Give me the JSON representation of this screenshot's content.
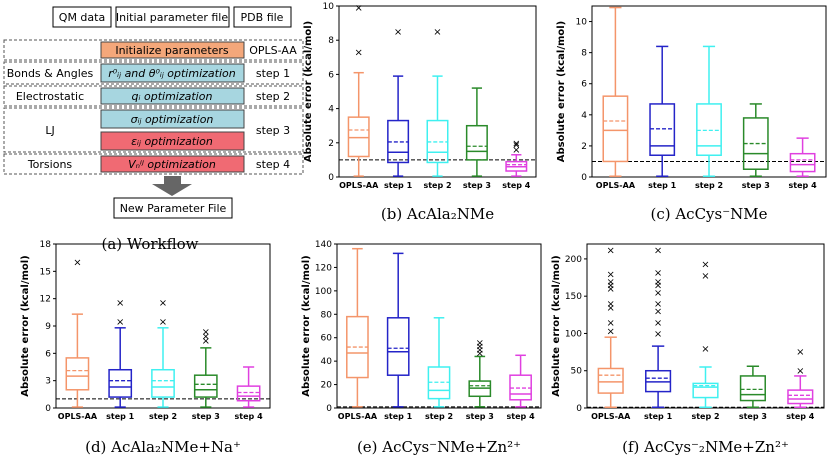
{
  "workflow": {
    "inputs": [
      "QM data",
      "Initial parameter file",
      "PDB file"
    ],
    "rows": [
      {
        "left": "",
        "step": "Initialize parameters",
        "right": "OPLS-AA",
        "color": "#f4a77a"
      },
      {
        "left": "Bonds & Angles",
        "step": "r⁰ᵢⱼ and θ⁰ᵢⱼ optimization",
        "right": "step 1",
        "color": "#a7d6e0"
      },
      {
        "left": "Electrostatic",
        "step": "qᵢ optimization",
        "right": "step 2",
        "color": "#a7d6e0"
      },
      {
        "left": "LJ",
        "step": "σᵢⱼ optimization",
        "right": "step 3",
        "color": "#a7d6e0"
      },
      {
        "left": "",
        "step": "εᵢⱼ optimization",
        "right": "",
        "color": "#f06a73"
      },
      {
        "left": "Torsions",
        "step": "Vₙⁱʲ optimization",
        "right": "step 4",
        "color": "#f06a73"
      }
    ],
    "output": "New Parameter File",
    "caption": "(a) Workflow"
  },
  "chart_data": [
    {
      "type": "box",
      "caption": "(b) AcAla₂NMe",
      "ylabel": "Absolute error (kcal/mol)",
      "ylim": [
        0,
        10
      ],
      "yticks": [
        0,
        2,
        4,
        6,
        8,
        10
      ],
      "ref_line": 1.0,
      "categories": [
        "OPLS-AA",
        "step 1",
        "step 2",
        "step 3",
        "step 4"
      ],
      "series": [
        {
          "name": "OPLS-AA",
          "color": "#f4956a",
          "whislo": 0.05,
          "q1": 1.2,
          "med": 2.3,
          "mean": 2.75,
          "q3": 3.5,
          "whishi": 6.1,
          "fliers": [
            7.3,
            9.9
          ]
        },
        {
          "name": "step 1",
          "color": "#2424c8",
          "whislo": 0.05,
          "q1": 0.85,
          "med": 1.45,
          "mean": 2.05,
          "q3": 3.3,
          "whishi": 5.9,
          "fliers": [
            8.5
          ]
        },
        {
          "name": "step 2",
          "color": "#3ff0f0",
          "whislo": 0.05,
          "q1": 0.85,
          "med": 1.45,
          "mean": 2.05,
          "q3": 3.3,
          "whishi": 5.9,
          "fliers": [
            8.5
          ]
        },
        {
          "name": "step 3",
          "color": "#2a8a2a",
          "whislo": 0.05,
          "q1": 1.0,
          "med": 1.5,
          "mean": 1.8,
          "q3": 3.0,
          "whishi": 5.2,
          "fliers": []
        },
        {
          "name": "step 4",
          "color": "#e040e0",
          "whislo": 0.05,
          "q1": 0.35,
          "med": 0.6,
          "mean": 0.72,
          "q3": 0.9,
          "whishi": 1.3,
          "fliers": [
            1.6,
            1.9,
            2.0
          ]
        }
      ]
    },
    {
      "type": "box",
      "caption": "(c) AcCys⁻NMe",
      "ylabel": "Absolute error (kcal/mol)",
      "ylim": [
        0,
        11
      ],
      "yticks": [
        0,
        2,
        4,
        6,
        8,
        10
      ],
      "ref_line": 1.0,
      "categories": [
        "OPLS-AA",
        "step 1",
        "step 2",
        "step 3",
        "step 4"
      ],
      "series": [
        {
          "name": "OPLS-AA",
          "color": "#f4956a",
          "whislo": 0.05,
          "q1": 1.0,
          "med": 3.0,
          "mean": 3.6,
          "q3": 5.2,
          "whishi": 10.9,
          "fliers": []
        },
        {
          "name": "step 1",
          "color": "#2424c8",
          "whislo": 0.05,
          "q1": 1.4,
          "med": 2.0,
          "mean": 3.1,
          "q3": 4.7,
          "whishi": 8.4,
          "fliers": []
        },
        {
          "name": "step 2",
          "color": "#3ff0f0",
          "whislo": 0.05,
          "q1": 1.4,
          "med": 2.0,
          "mean": 3.0,
          "q3": 4.7,
          "whishi": 8.4,
          "fliers": []
        },
        {
          "name": "step 3",
          "color": "#2a8a2a",
          "whislo": 0.05,
          "q1": 0.5,
          "med": 1.5,
          "mean": 2.15,
          "q3": 3.8,
          "whishi": 4.7,
          "fliers": []
        },
        {
          "name": "step 4",
          "color": "#e040e0",
          "whislo": 0.05,
          "q1": 0.35,
          "med": 0.8,
          "mean": 1.1,
          "q3": 1.5,
          "whishi": 2.5,
          "fliers": []
        }
      ]
    },
    {
      "type": "box",
      "caption": "(d) AcAla₂NMe+Na⁺",
      "ylabel": "Absolute error (kcal/mol)",
      "ylim": [
        0,
        18
      ],
      "yticks": [
        0,
        3,
        6,
        9,
        12,
        15,
        18
      ],
      "ref_line": 1.0,
      "categories": [
        "OPLS-AA",
        "step 1",
        "step 2",
        "step 3",
        "step 4"
      ],
      "series": [
        {
          "name": "OPLS-AA",
          "color": "#f4956a",
          "whislo": 0.1,
          "q1": 2.0,
          "med": 3.5,
          "mean": 4.1,
          "q3": 5.5,
          "whishi": 10.3,
          "fliers": [
            16.0
          ]
        },
        {
          "name": "step 1",
          "color": "#2424c8",
          "whislo": 0.1,
          "q1": 1.2,
          "med": 2.3,
          "mean": 3.0,
          "q3": 4.2,
          "whishi": 8.8,
          "fliers": [
            9.5,
            11.6
          ]
        },
        {
          "name": "step 2",
          "color": "#3ff0f0",
          "whislo": 0.1,
          "q1": 1.2,
          "med": 2.3,
          "mean": 3.0,
          "q3": 4.2,
          "whishi": 8.8,
          "fliers": [
            9.5,
            11.6
          ]
        },
        {
          "name": "step 3",
          "color": "#2a8a2a",
          "whislo": 0.1,
          "q1": 1.2,
          "med": 2.0,
          "mean": 2.6,
          "q3": 3.6,
          "whishi": 6.6,
          "fliers": [
            7.4,
            7.9,
            8.4
          ]
        },
        {
          "name": "step 4",
          "color": "#e040e0",
          "whislo": 0.1,
          "q1": 0.8,
          "med": 1.3,
          "mean": 1.7,
          "q3": 2.4,
          "whishi": 4.5,
          "fliers": []
        }
      ]
    },
    {
      "type": "box",
      "caption": "(e) AcCys⁻NMe+Zn²⁺",
      "ylabel": "Absolute error (kcal/mol)",
      "ylim": [
        0,
        140
      ],
      "yticks": [
        0,
        20,
        40,
        60,
        80,
        100,
        120,
        140
      ],
      "ref_line": 1.0,
      "categories": [
        "OPLS-AA",
        "step 1",
        "step 2",
        "step 3",
        "step 4"
      ],
      "series": [
        {
          "name": "OPLS-AA",
          "color": "#f4956a",
          "whislo": 1,
          "q1": 26,
          "med": 47,
          "mean": 52,
          "q3": 78,
          "whishi": 136,
          "fliers": []
        },
        {
          "name": "step 1",
          "color": "#2424c8",
          "whislo": 1,
          "q1": 28,
          "med": 48,
          "mean": 51,
          "q3": 77,
          "whishi": 132,
          "fliers": []
        },
        {
          "name": "step 2",
          "color": "#3ff0f0",
          "whislo": 1,
          "q1": 8,
          "med": 15,
          "mean": 22,
          "q3": 35,
          "whishi": 77,
          "fliers": []
        },
        {
          "name": "step 3",
          "color": "#2a8a2a",
          "whislo": 1,
          "q1": 10,
          "med": 17,
          "mean": 19,
          "q3": 23,
          "whishi": 44,
          "fliers": [
            47,
            50,
            53,
            56
          ]
        },
        {
          "name": "step 4",
          "color": "#e040e0",
          "whislo": 1,
          "q1": 7,
          "med": 12,
          "mean": 17,
          "q3": 28,
          "whishi": 45,
          "fliers": []
        }
      ]
    },
    {
      "type": "box",
      "caption": "(f) AcCys⁻₂NMe+Zn²⁺",
      "ylabel": "Absolute error (kcal/mol)",
      "ylim": [
        0,
        220
      ],
      "yticks": [
        0,
        50,
        100,
        150,
        200
      ],
      "ref_line": 1.0,
      "categories": [
        "OPLS-AA",
        "step 1",
        "step 2",
        "step 3",
        "step 4"
      ],
      "series": [
        {
          "name": "OPLS-AA",
          "color": "#f4956a",
          "whislo": 1,
          "q1": 20,
          "med": 35,
          "mean": 44,
          "q3": 53,
          "whishi": 95,
          "fliers": [
            103,
            115,
            135,
            140,
            160,
            165,
            170,
            180,
            212
          ]
        },
        {
          "name": "step 1",
          "color": "#2424c8",
          "whislo": 1,
          "q1": 22,
          "med": 35,
          "mean": 40,
          "q3": 50,
          "whishi": 83,
          "fliers": [
            100,
            115,
            130,
            140,
            155,
            165,
            170,
            182,
            212
          ]
        },
        {
          "name": "step 2",
          "color": "#3ff0f0",
          "whislo": 1,
          "q1": 14,
          "med": 28,
          "mean": 30,
          "q3": 33,
          "whishi": 55,
          "fliers": [
            80,
            178,
            193
          ]
        },
        {
          "name": "step 3",
          "color": "#2a8a2a",
          "whislo": 1,
          "q1": 10,
          "med": 18,
          "mean": 25,
          "q3": 43,
          "whishi": 56,
          "fliers": []
        },
        {
          "name": "step 4",
          "color": "#e040e0",
          "whislo": 1,
          "q1": 6,
          "med": 12,
          "mean": 17,
          "q3": 24,
          "whishi": 43,
          "fliers": [
            50,
            76
          ]
        }
      ]
    }
  ]
}
